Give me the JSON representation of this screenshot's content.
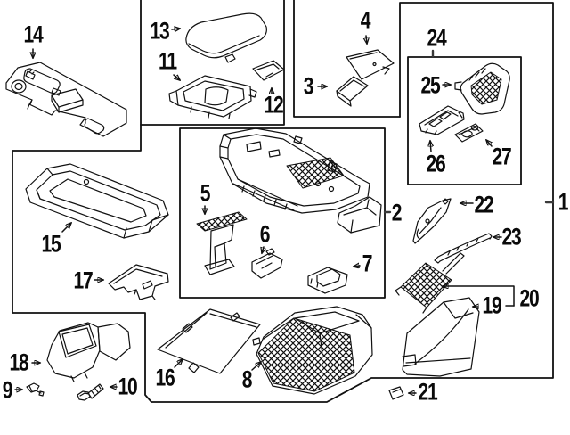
{
  "figure": {
    "type": "exploded-parts-diagram",
    "subject": "Center console components line-art parts diagram",
    "background_color": "#ffffff",
    "line_color": "#111111",
    "label_color": "#0a0a0a"
  },
  "callouts": {
    "c1": "1",
    "c2": "2",
    "c3": "3",
    "c4": "4",
    "c5": "5",
    "c6": "6",
    "c7": "7",
    "c8": "8",
    "c9": "9",
    "c10": "10",
    "c11": "11",
    "c12": "12",
    "c13": "13",
    "c14": "14",
    "c15": "15",
    "c16": "16",
    "c17": "17",
    "c18": "18",
    "c19": "19",
    "c20": "20",
    "c21": "21",
    "c22": "22",
    "c23": "23",
    "c24": "24",
    "c25": "25",
    "c26": "26",
    "c27": "27"
  },
  "visible_groupings": [
    {
      "label": "24",
      "type": "box",
      "contains": [
        "25",
        "26",
        "27"
      ]
    },
    {
      "label": "20",
      "type": "bracket",
      "contains": [
        "19"
      ]
    },
    {
      "label": "1",
      "type": "edge-tick",
      "attached_to": "outer right box"
    },
    {
      "label": "2",
      "type": "edge-tick",
      "attached_to": "center box"
    }
  ]
}
